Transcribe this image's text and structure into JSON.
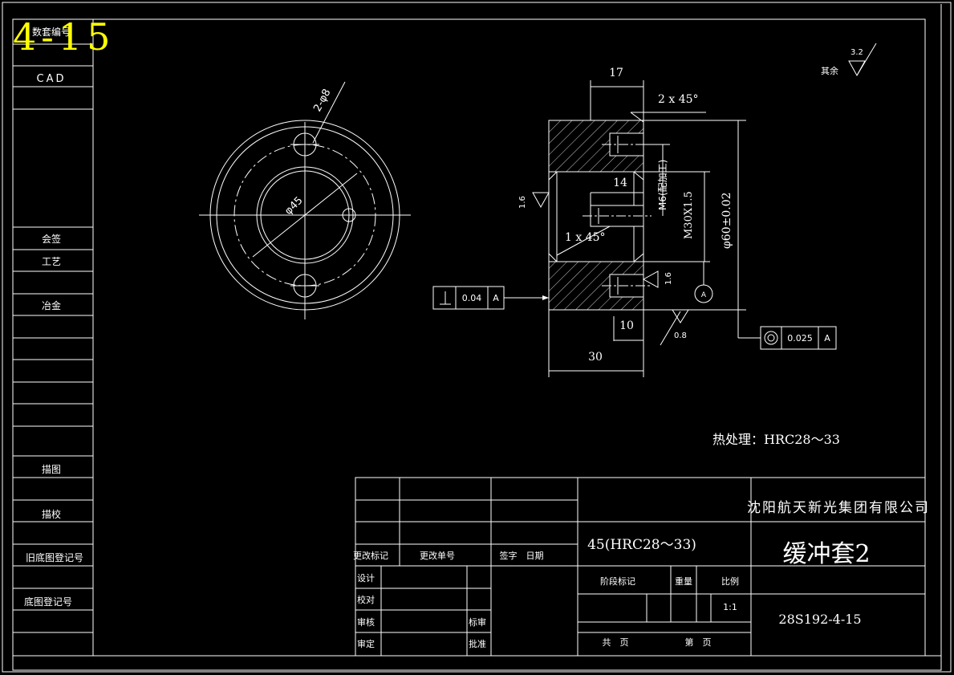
{
  "overlay_number": "4-15",
  "left_column": {
    "c1": "数套编号",
    "c2": "CAD",
    "c3": "会签",
    "c4": "工艺",
    "c5": "冶金",
    "c6": "描图",
    "c7": "描校",
    "c8": "旧底图登记号",
    "c9": "底图登记号"
  },
  "dims": {
    "d17": "17",
    "chamfer2": "2 x 45°",
    "two_phi8": "2-φ8",
    "phi45": "φ45",
    "d14": "14",
    "m6": "M6(配加工)",
    "m30": "M30X1.5",
    "phi60": "φ60±0.02",
    "chamfer1": "1 x 45°",
    "d10": "10",
    "d30": "30",
    "r18": "1.6",
    "r16": "1.6",
    "r08": "0.8",
    "r32": "3.2",
    "rest": "其余",
    "datum": "A",
    "perp_tol": "0.04",
    "conc_tol": "0.025"
  },
  "heat_treatment": "热处理：HRC28～33",
  "title_block": {
    "company": "沈阳航天新光集团有限公司",
    "part_name": "缓冲套2",
    "material": "45(HRC28～33)",
    "drawing_no": "28S192-4-15",
    "change_mark": "更改标记",
    "change_doc": "更改单号",
    "sign_date": "签字　日期",
    "design": "设计",
    "check": "校对",
    "review": "审核",
    "approve": "审定",
    "standardize": "标审",
    "ratify": "批准",
    "stage_mark": "阶段标记",
    "weight": "重量",
    "scale_label": "比例",
    "scale": "1:1",
    "sheets_total": "共　页",
    "sheet_no": "第　页"
  }
}
